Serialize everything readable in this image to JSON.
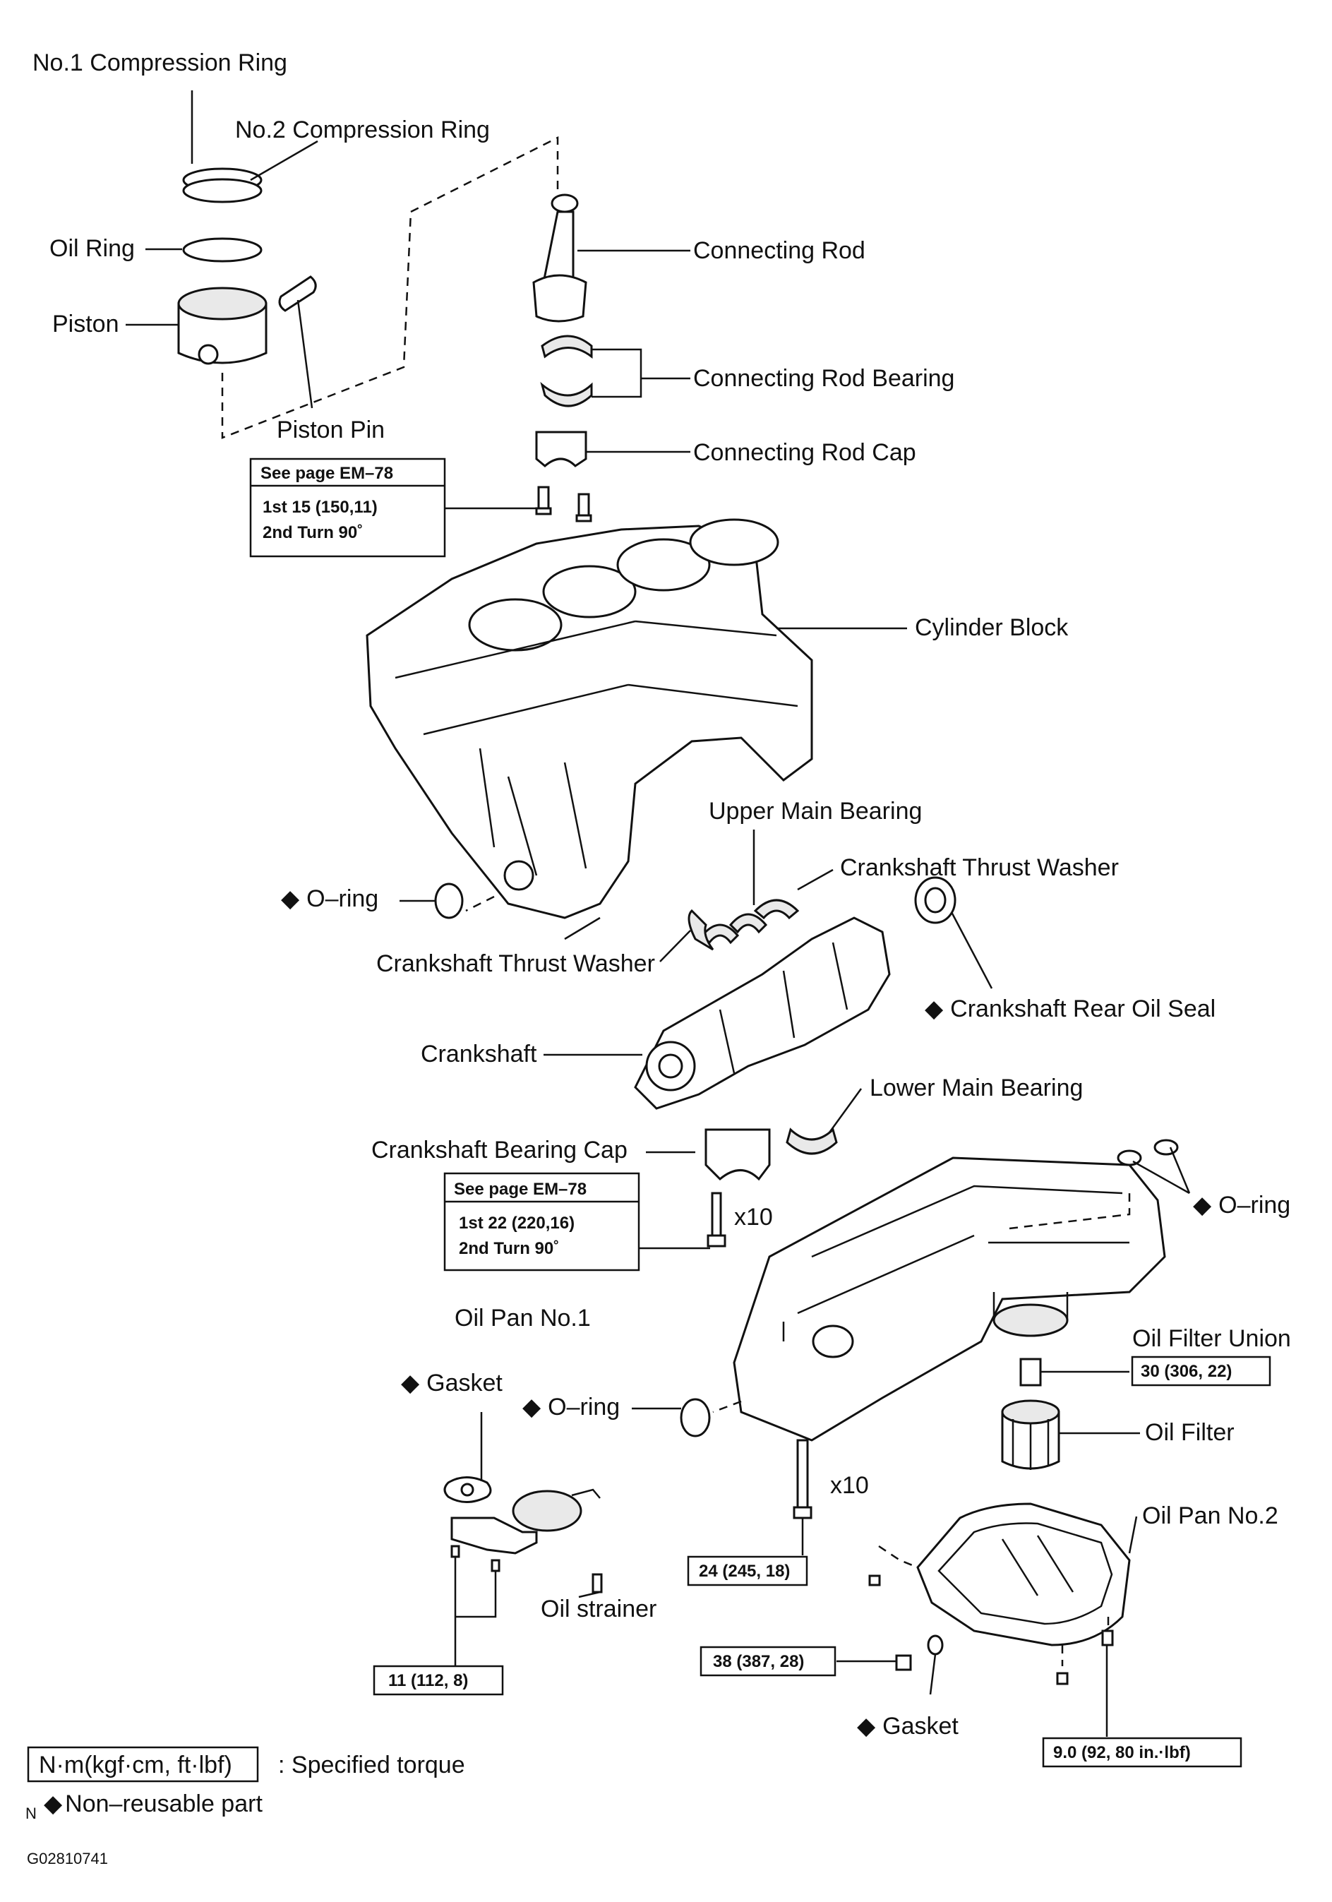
{
  "labels": {
    "ring1": "No.1 Compression Ring",
    "ring2": "No.2 Compression Ring",
    "oil_ring": "Oil Ring",
    "piston": "Piston",
    "piston_pin": "Piston Pin",
    "connecting_rod": "Connecting Rod",
    "connecting_rod_bearing": "Connecting Rod Bearing",
    "connecting_rod_cap": "Connecting Rod Cap",
    "cylinder_block": "Cylinder Block",
    "upper_main_bearing": "Upper Main Bearing",
    "thrust_washer_right": "Crankshaft Thrust Washer",
    "oring_block": "O–ring",
    "thrust_washer_left": "Crankshaft Thrust Washer",
    "rear_oil_seal": "Crankshaft Rear Oil Seal",
    "crankshaft": "Crankshaft",
    "lower_main_bearing": "Lower Main Bearing",
    "bearing_cap": "Crankshaft Bearing Cap",
    "oring_pan_top": "O–ring",
    "oil_pan_1": "Oil Pan No.1",
    "oil_filter_union": "Oil Filter Union",
    "gasket_strainer": "Gasket",
    "oring_pan_left": "O–ring",
    "oil_filter": "Oil Filter",
    "oil_pan_2": "Oil Pan No.2",
    "oil_strainer": "Oil strainer",
    "gasket_drain": "Gasket"
  },
  "diamond": "◆",
  "multipliers": {
    "bearing_cap_bolts": "x10",
    "pan_bolts": "x10"
  },
  "torque_boxes": {
    "rod_cap": {
      "header": "See page EM–78",
      "line1": "1st 15 (150,11)",
      "line2": "2nd Turn 90˚"
    },
    "bearing_cap": {
      "header": "See page EM–78",
      "line1": "1st 22 (220,16)",
      "line2": "2nd Turn 90˚"
    },
    "filter_union": "30 (306, 22)",
    "pan_bolts": "24 (245, 18)",
    "strainer": "11 (112, 8)",
    "drain_plug": "38 (387, 28)",
    "pan2_bolts": "9.0 (92, 80 in.·lbf)"
  },
  "legend": {
    "unit_box": "N·m(kgf·cm, ft·lbf)",
    "unit_text": ": Specified torque",
    "n_mark": "N",
    "nonreusable": "Non–reusable part"
  },
  "figure_id": "G02810741"
}
